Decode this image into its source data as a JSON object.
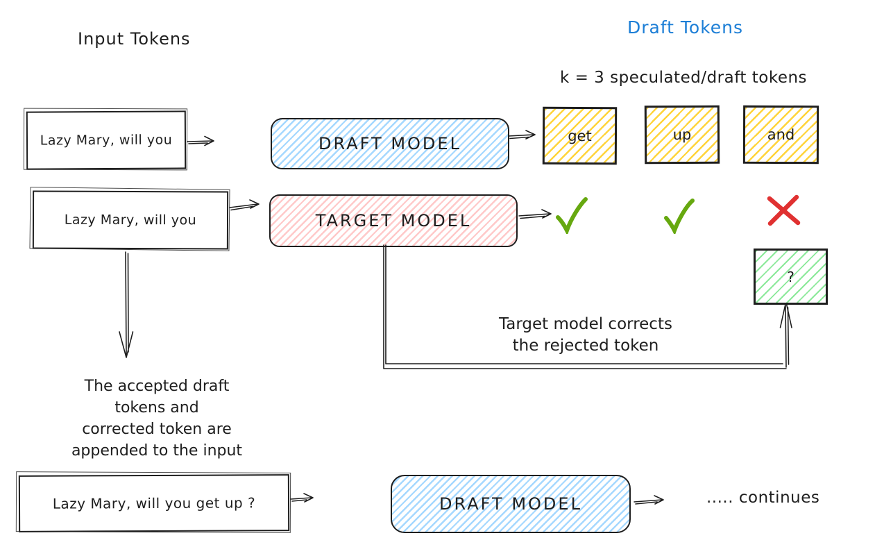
{
  "colors": {
    "stroke": "#1e1e1e",
    "heading_blue": "#1c7ed6",
    "draft_fill": "#a5d8ff",
    "target_fill": "#ffc9c9",
    "token_fill": "#ffd43b",
    "corrected_fill": "#8ce99a",
    "accept_green": "#66a80f",
    "reject_red": "#e03131"
  },
  "headings": {
    "input_tokens": "Input Tokens",
    "draft_tokens": "Draft Tokens",
    "k_note": "k = 3 speculated/draft tokens"
  },
  "round1": {
    "input_text": "Lazy Mary, will you",
    "model_label": "DRAFT MODEL"
  },
  "draft_tokens": [
    {
      "label": "get",
      "verdict": "accepted",
      "icon": "check-icon"
    },
    {
      "label": "up",
      "verdict": "accepted",
      "icon": "check-icon"
    },
    {
      "label": "and",
      "verdict": "rejected",
      "icon": "x-icon"
    }
  ],
  "verification": {
    "input_text": "Lazy Mary, will you",
    "model_label": "TARGET MODEL",
    "corrected_token": "?",
    "note_line1": "Target model corrects",
    "note_line2": "the rejected token"
  },
  "append_note": {
    "line1": "The accepted draft",
    "line2": "tokens and",
    "line3": "corrected token are",
    "line4": "appended to the input"
  },
  "round2": {
    "input_text": "Lazy Mary, will you get up ?",
    "model_label": "DRAFT MODEL",
    "continues": "..... continues"
  }
}
